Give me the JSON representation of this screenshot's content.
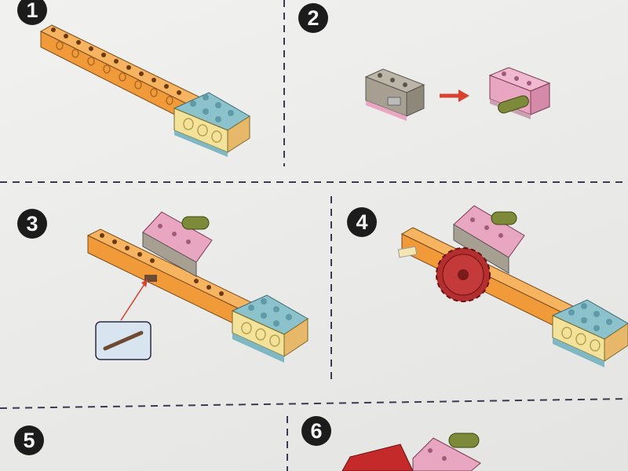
{
  "steps": [
    {
      "number": "1"
    },
    {
      "number": "2"
    },
    {
      "number": "3"
    },
    {
      "number": "4"
    },
    {
      "number": "5"
    },
    {
      "number": "6"
    }
  ],
  "colors": {
    "orange_beam": "#f09a3a",
    "teal_brick": "#7fb7c2",
    "cream_brick": "#f3e29a",
    "pink_brick": "#e8a6c0",
    "grey_brick": "#a7a092",
    "olive_axle": "#7d8a3a",
    "red_gear": "#b32e2e",
    "arrow_red": "#d8412e",
    "brown_pin": "#6e4a35",
    "callout_bg": "#d8e4ef"
  },
  "icons": [
    "dashed-divider",
    "red-arrow-icon",
    "pointer-arrow-icon",
    "gear-icon",
    "axle-pin-icon"
  ]
}
